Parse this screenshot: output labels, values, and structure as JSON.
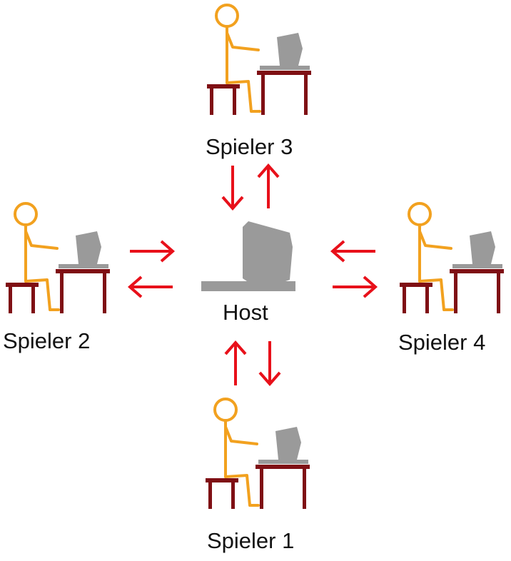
{
  "colors": {
    "figure": "#f2a11f",
    "furniture": "#7f0f14",
    "computer": "#9a9a9a",
    "arrow": "#e8101a",
    "text": "#111111"
  },
  "icons": {
    "player": "person-at-computer-icon",
    "host": "computer-icon",
    "arrow": "arrow-icon"
  },
  "nodes": {
    "host": {
      "label": "Host"
    },
    "player1": {
      "label": "Spieler 1"
    },
    "player2": {
      "label": "Spieler 2"
    },
    "player3": {
      "label": "Spieler 3"
    },
    "player4": {
      "label": "Spieler 4"
    }
  }
}
